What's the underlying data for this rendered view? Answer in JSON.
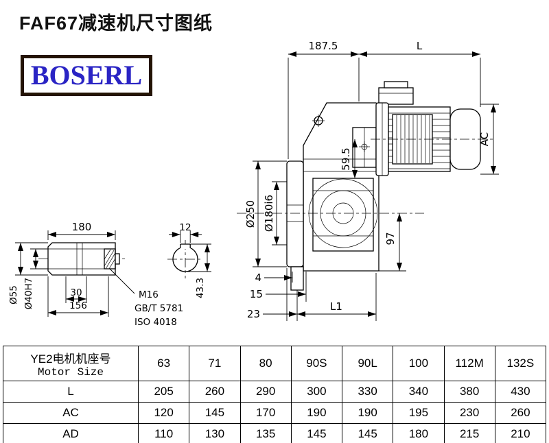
{
  "page": {
    "title": "FAF67减速机尺寸图纸",
    "logo_text": "BOSERL",
    "logo_color": "#2a24c4",
    "logo_border_color": "#241405",
    "line_color": "#000000"
  },
  "drawing": {
    "dims": {
      "top_width": "187.5",
      "top_length": "L",
      "motor_dia": "AC",
      "flange_dia": "Ø250",
      "spigot_dia": "Ø180i6",
      "axis_offset": "59.5",
      "center_height": "97",
      "bottom_4": "4",
      "bottom_15": "15",
      "bottom_23": "23",
      "bottom_l1": "L1",
      "shaft_length": "180",
      "key_width": "12",
      "dim_30": "30",
      "dim_156": "156",
      "shaft_od": "Ø55",
      "bore_dia": "Ø40H7",
      "key_depth": "43.3",
      "thread": "M16",
      "standard_1": "GB/T 5781",
      "standard_2": "ISO 4018"
    }
  },
  "table": {
    "header": {
      "line1": "YE2电机机座号",
      "line2": "Motor Size"
    },
    "columns": [
      "63",
      "71",
      "80",
      "90S",
      "90L",
      "100",
      "112M",
      "132S"
    ],
    "rows": [
      {
        "label": "L",
        "values": [
          "205",
          "260",
          "290",
          "300",
          "330",
          "340",
          "380",
          "430"
        ]
      },
      {
        "label": "AC",
        "values": [
          "120",
          "145",
          "170",
          "190",
          "190",
          "195",
          "230",
          "260"
        ]
      },
      {
        "label": "AD",
        "values": [
          "110",
          "130",
          "135",
          "145",
          "145",
          "180",
          "215",
          "210"
        ]
      }
    ]
  }
}
